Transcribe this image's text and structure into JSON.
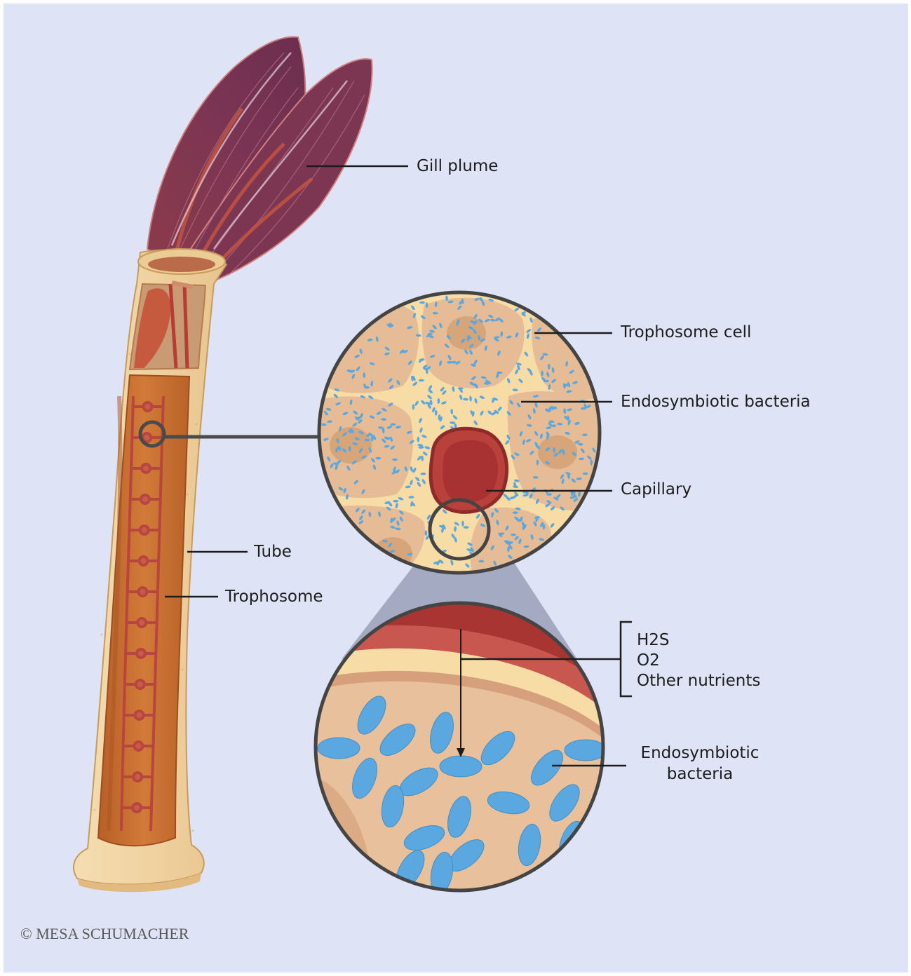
{
  "labels": {
    "gill_plume": "Gill plume",
    "trophosome_cell": "Trophosome cell",
    "endosymbiotic_bacteria": "Endosymbiotic bacteria",
    "capillary": "Capillary",
    "tube": "Tube",
    "trophosome": "Trophosome",
    "nutrients": [
      "H2S",
      "O2",
      "Other nutrients"
    ],
    "bacteria_detail_line1": "Endosymbiotic",
    "bacteria_detail_line2": "bacteria"
  },
  "credit": "© MESA SCHUMACHER",
  "colors": {
    "background": "#dfe3f6",
    "gill": "#7a3450",
    "tube": "#f2d6a4",
    "trophosome": "#c9702f",
    "vessel": "#b6463e",
    "cell": "#e5bb96",
    "bacteria": "#5aa8df",
    "capillary": "#a82f2f"
  }
}
